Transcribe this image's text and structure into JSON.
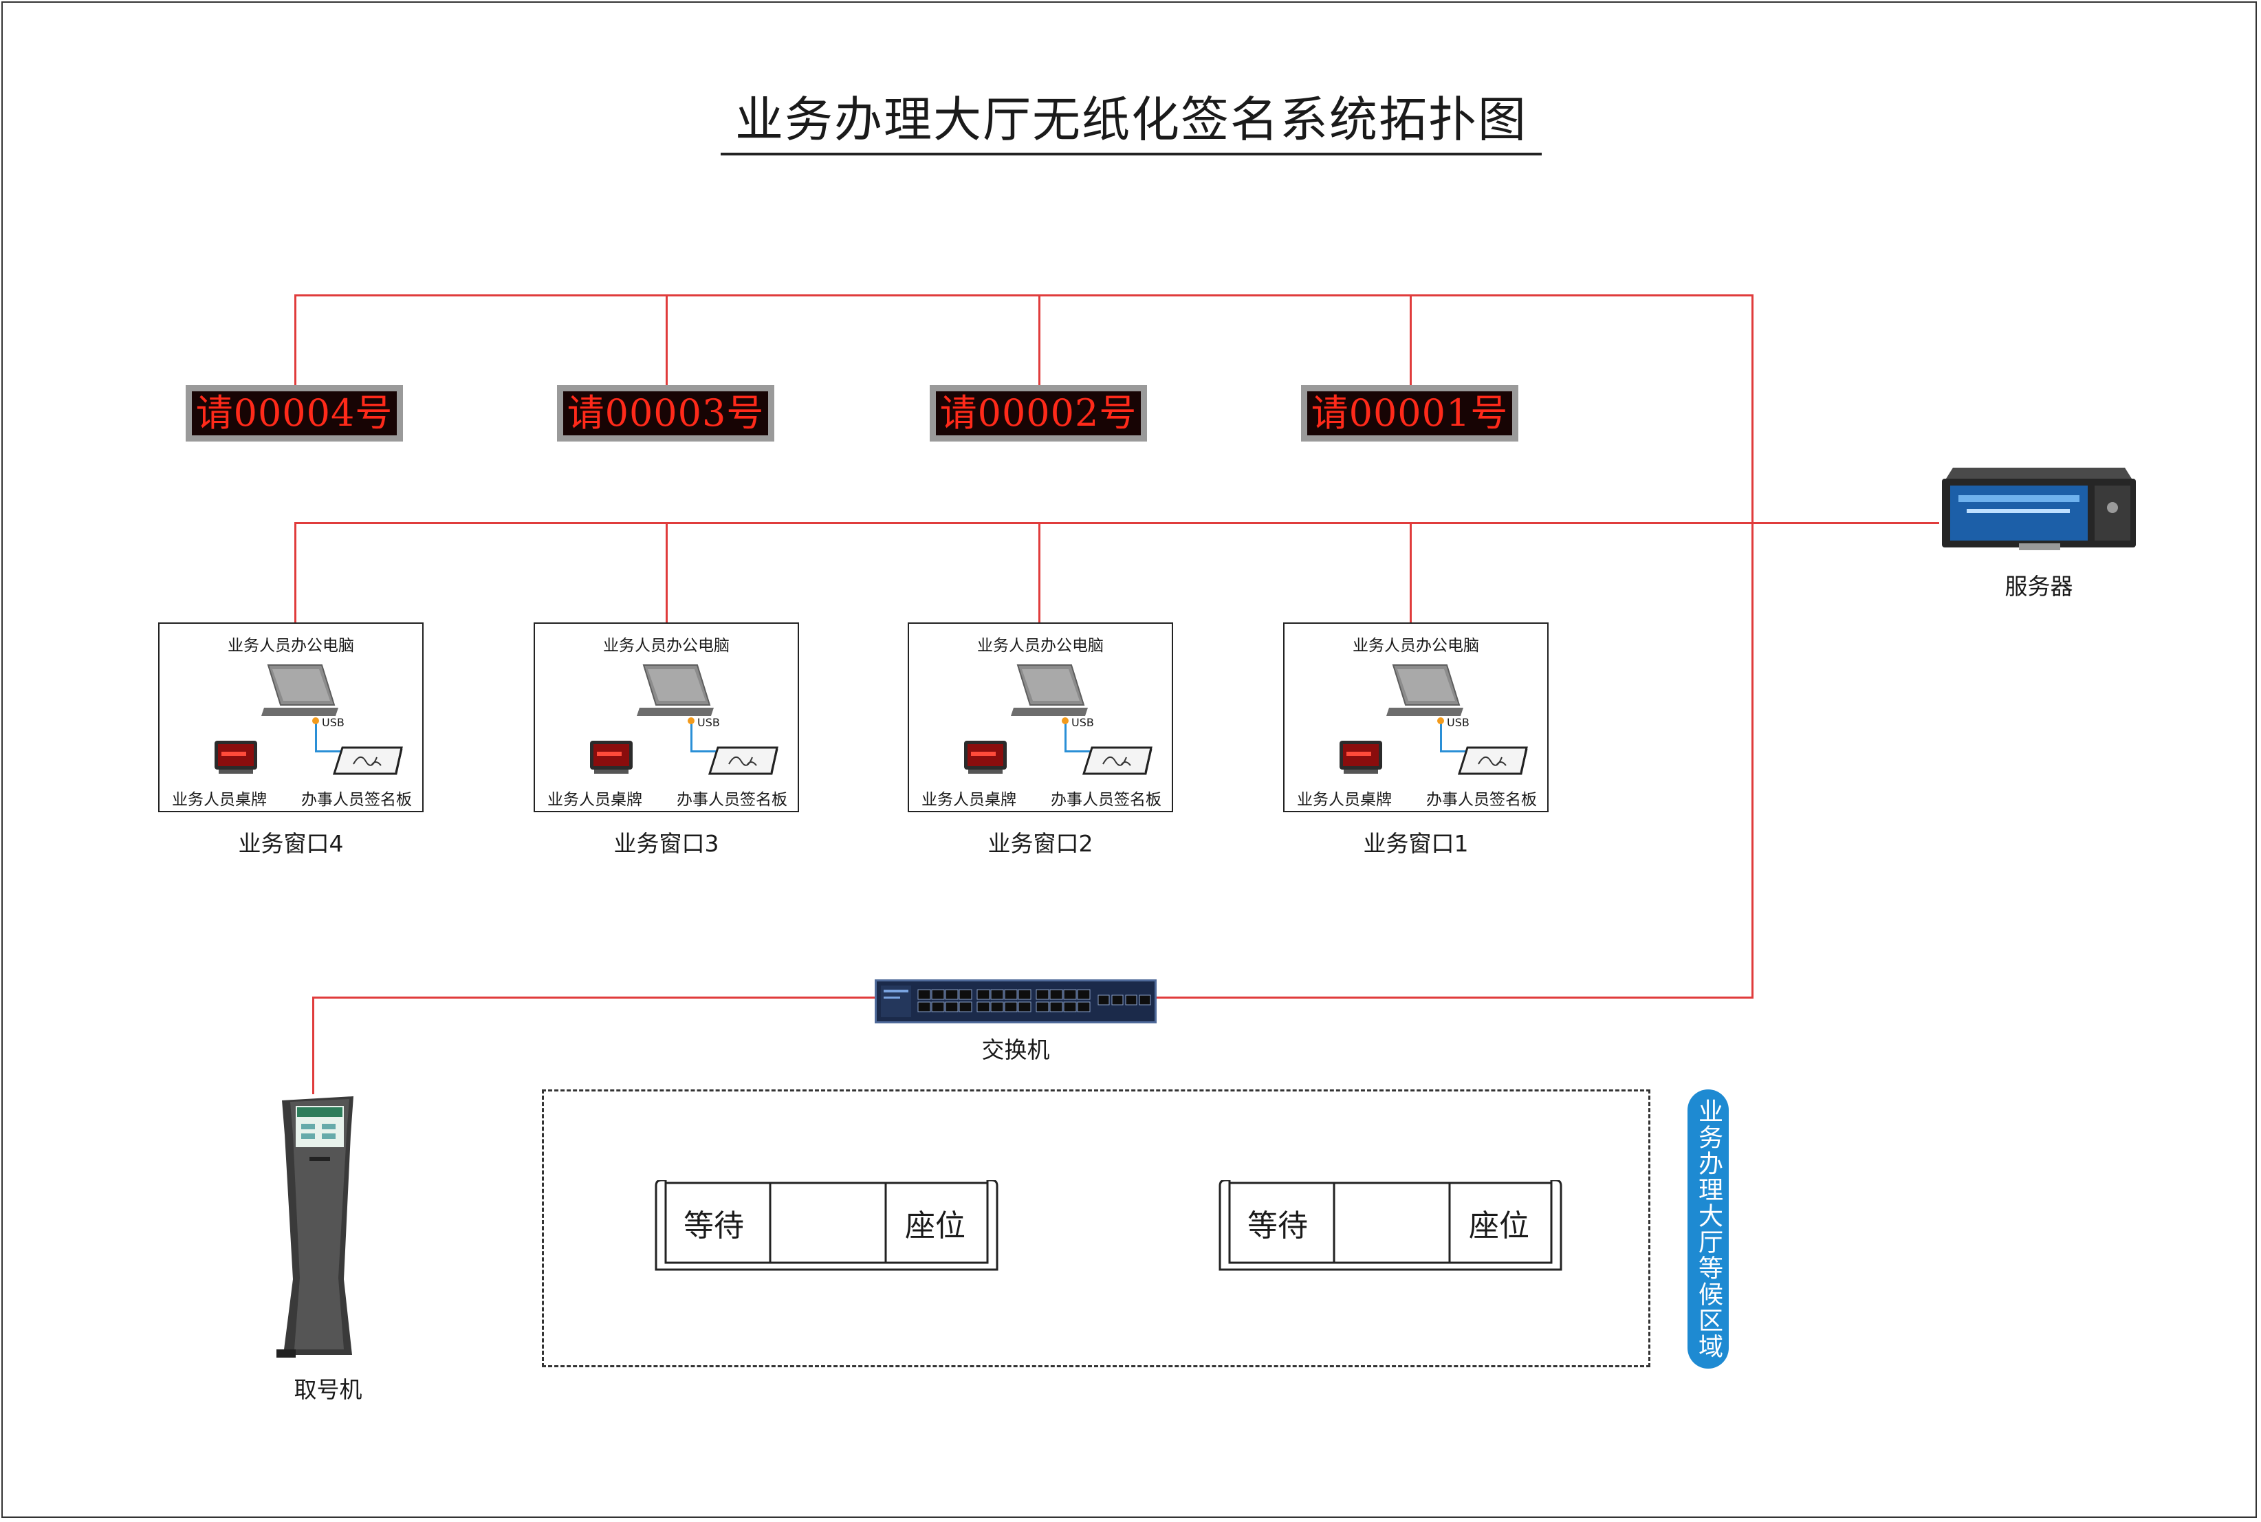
{
  "title": "业务办理大厅无纸化签名系统拓扑图",
  "led_displays": [
    "请00004号",
    "请00003号",
    "请00002号",
    "请00001号"
  ],
  "windows": [
    {
      "pc_label": "业务人员办公电脑",
      "usb_label": "USB",
      "badge_label": "业务人员桌牌",
      "pad_label": "办事人员签名板",
      "name": "业务窗口4"
    },
    {
      "pc_label": "业务人员办公电脑",
      "usb_label": "USB",
      "badge_label": "业务人员桌牌",
      "pad_label": "办事人员签名板",
      "name": "业务窗口3"
    },
    {
      "pc_label": "业务人员办公电脑",
      "usb_label": "USB",
      "badge_label": "业务人员桌牌",
      "pad_label": "办事人员签名板",
      "name": "业务窗口2"
    },
    {
      "pc_label": "业务人员办公电脑",
      "usb_label": "USB",
      "badge_label": "业务人员桌牌",
      "pad_label": "办事人员签名板",
      "name": "业务窗口1"
    }
  ],
  "server": {
    "label": "服务器"
  },
  "switch": {
    "label": "交换机"
  },
  "kiosk": {
    "label": "取号机"
  },
  "waiting_area": {
    "label": "业务办理大厅等候区域",
    "benches": [
      {
        "left": "等待",
        "right": "座位"
      },
      {
        "left": "等待",
        "right": "座位"
      }
    ]
  },
  "colors": {
    "line": "#e03c3c",
    "usb_line": "#2a8fd6",
    "led_text": "#ff2a1a",
    "pill": "#1e8ad2"
  }
}
